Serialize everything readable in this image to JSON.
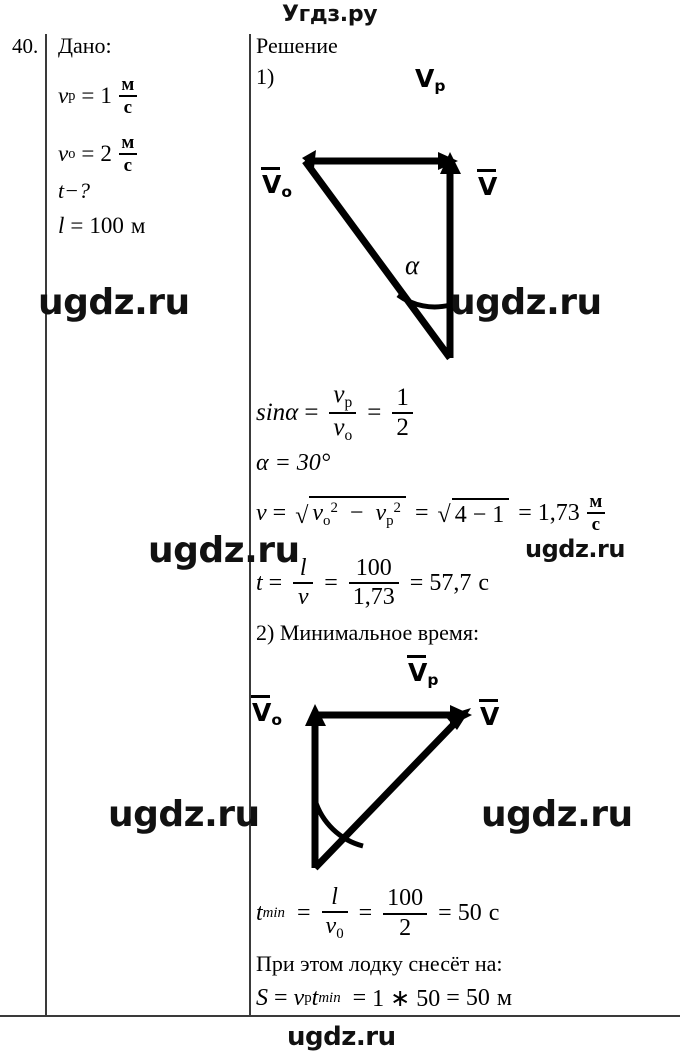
{
  "page": {
    "header_watermark": "Угдз.ру",
    "footer_watermark": "ugdz.ru",
    "watermark_text": "ugdz.ru"
  },
  "problem": {
    "number": "40.",
    "given_heading": "Дано:",
    "given": [
      {
        "symbol": "v",
        "sub": "р",
        "eq": "=",
        "value": "1",
        "unit_num": "м",
        "unit_den": "с"
      },
      {
        "symbol": "v",
        "sub": "о",
        "eq": "=",
        "value": "2",
        "unit_num": "м",
        "unit_den": "с"
      }
    ],
    "find": "t−?",
    "length_symbol": "l",
    "length_eq": "=",
    "length_value": "100",
    "length_unit": "м"
  },
  "solution": {
    "heading": "Решение",
    "part1_label": "1)",
    "part2_label": "2) Минимальное время:",
    "diagram1": {
      "label_vp": "V",
      "label_vp_sub": "p",
      "label_vo": "V",
      "label_vo_sub": "o",
      "label_v": "V",
      "label_alpha": "α"
    },
    "diagram2": {
      "label_vp": "V",
      "label_vp_sub": "p",
      "label_vo": "V",
      "label_vo_sub": "o",
      "label_v": "V"
    },
    "eq_sin": {
      "lhs": "sinα",
      "eq1": "=",
      "f1_num": "v",
      "f1_num_sub": "р",
      "f1_den": "v",
      "f1_den_sub": "о",
      "eq2": "=",
      "f2_num": "1",
      "f2_den": "2"
    },
    "eq_alpha": "α = 30°",
    "eq_v": {
      "lhs": "v",
      "eq1": "=",
      "rad1_a": "v",
      "rad1_a_sub": "о",
      "rad1_a_sup": "2",
      "minus": "−",
      "rad1_b": "v",
      "rad1_b_sub": "р",
      "rad1_b_sup": "2",
      "eq2": "=",
      "rad2": "4 − 1",
      "eq3": "=",
      "result": "1,73",
      "unit_num": "м",
      "unit_den": "с"
    },
    "eq_t": {
      "lhs": "t",
      "eq1": "=",
      "f1_num": "l",
      "f1_den": "v",
      "eq2": "=",
      "f2_num": "100",
      "f2_den": "1,73",
      "eq3": "=",
      "result": "57,7",
      "unit": "с"
    },
    "eq_tmin": {
      "lhs": "t",
      "lhs_sub": "min",
      "eq1": "=",
      "f1_num": "l",
      "f1_den": "v",
      "f1_den_sub": "0",
      "eq2": "=",
      "f2_num": "100",
      "f2_den": "2",
      "eq3": "=",
      "result": "50",
      "unit": "с"
    },
    "drift_text": "При этом лодку снесёт на:",
    "eq_s": {
      "lhs": "S",
      "eq1": "=",
      "v_sym": "v",
      "v_sub": "р",
      "t_sym": "t",
      "t_sub": "min",
      "eq2": "=",
      "expr": "1 ∗ 50",
      "eq3": "=",
      "result": "50",
      "unit": "м"
    }
  },
  "colors": {
    "text": "#000000",
    "rule": "#3a3a3a",
    "watermark": "#111111",
    "background": "#ffffff"
  }
}
